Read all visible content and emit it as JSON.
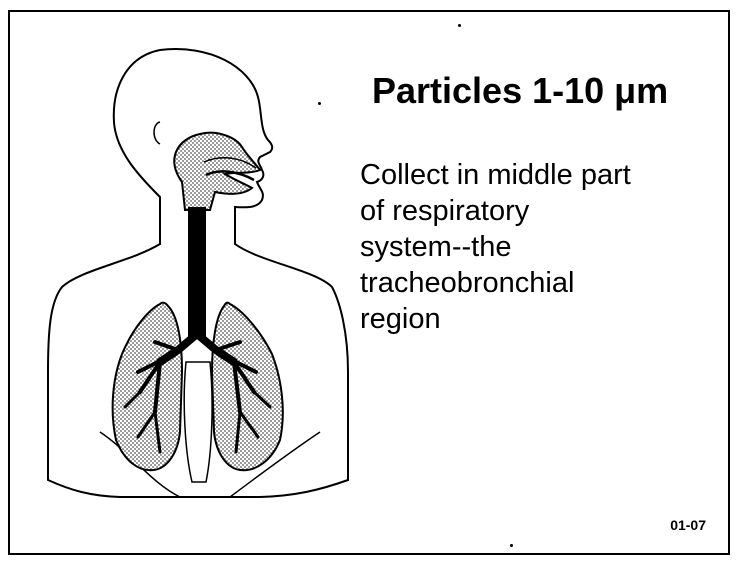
{
  "slide": {
    "title": "Particles 1-10 μm",
    "body_lines": [
      "Collect in middle part",
      "of respiratory",
      "system--the",
      "tracheobronchial",
      "region"
    ],
    "slide_code": "01-07"
  },
  "colors": {
    "ink": "#000000",
    "fill_gray": "#bdbdbd",
    "background": "#ffffff"
  }
}
